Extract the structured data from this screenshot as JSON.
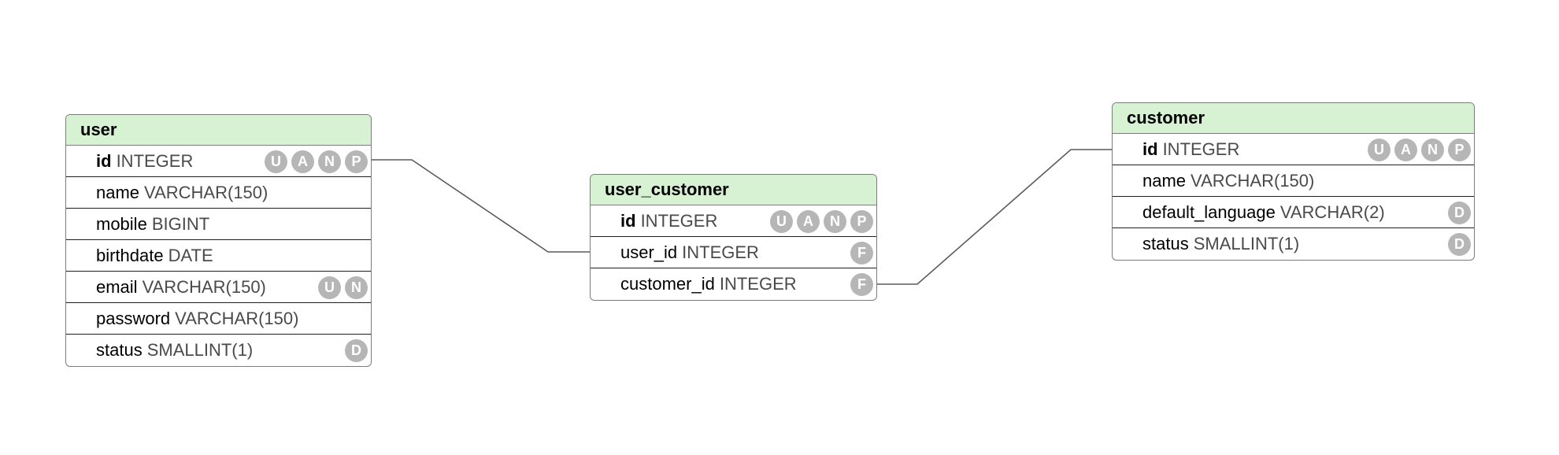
{
  "entities": [
    {
      "name": "user",
      "fields": [
        {
          "name": "id",
          "type": "INTEGER",
          "pk": true,
          "badges": [
            "U",
            "A",
            "N",
            "P"
          ]
        },
        {
          "name": "name",
          "type": "VARCHAR(150)",
          "pk": false,
          "badges": []
        },
        {
          "name": "mobile",
          "type": "BIGINT",
          "pk": false,
          "badges": []
        },
        {
          "name": "birthdate",
          "type": "DATE",
          "pk": false,
          "badges": []
        },
        {
          "name": "email",
          "type": "VARCHAR(150)",
          "pk": false,
          "badges": [
            "U",
            "N"
          ]
        },
        {
          "name": "password",
          "type": "VARCHAR(150)",
          "pk": false,
          "badges": []
        },
        {
          "name": "status",
          "type": "SMALLINT(1)",
          "pk": false,
          "badges": [
            "D"
          ]
        }
      ]
    },
    {
      "name": "user_customer",
      "fields": [
        {
          "name": "id",
          "type": "INTEGER",
          "pk": true,
          "badges": [
            "U",
            "A",
            "N",
            "P"
          ]
        },
        {
          "name": "user_id",
          "type": "INTEGER",
          "pk": false,
          "badges": [
            "F"
          ]
        },
        {
          "name": "customer_id",
          "type": "INTEGER",
          "pk": false,
          "badges": [
            "F"
          ]
        }
      ]
    },
    {
      "name": "customer",
      "fields": [
        {
          "name": "id",
          "type": "INTEGER",
          "pk": true,
          "badges": [
            "U",
            "A",
            "N",
            "P"
          ]
        },
        {
          "name": "name",
          "type": "VARCHAR(150)",
          "pk": false,
          "badges": []
        },
        {
          "name": "default_language",
          "type": "VARCHAR(2)",
          "pk": false,
          "badges": [
            "D"
          ]
        },
        {
          "name": "status",
          "type": "SMALLINT(1)",
          "pk": false,
          "badges": [
            "D"
          ]
        }
      ]
    }
  ],
  "relations": [
    {
      "from": "user.id",
      "to": "user_customer.user_id"
    },
    {
      "from": "user_customer.customer_id",
      "to": "customer.id"
    }
  ],
  "colors": {
    "header": "#d6f2d3",
    "border": "#7d7d7d",
    "badge": "#b6b6b6",
    "type_text": "#4a4a4a",
    "connector": "#5a5a5a"
  }
}
